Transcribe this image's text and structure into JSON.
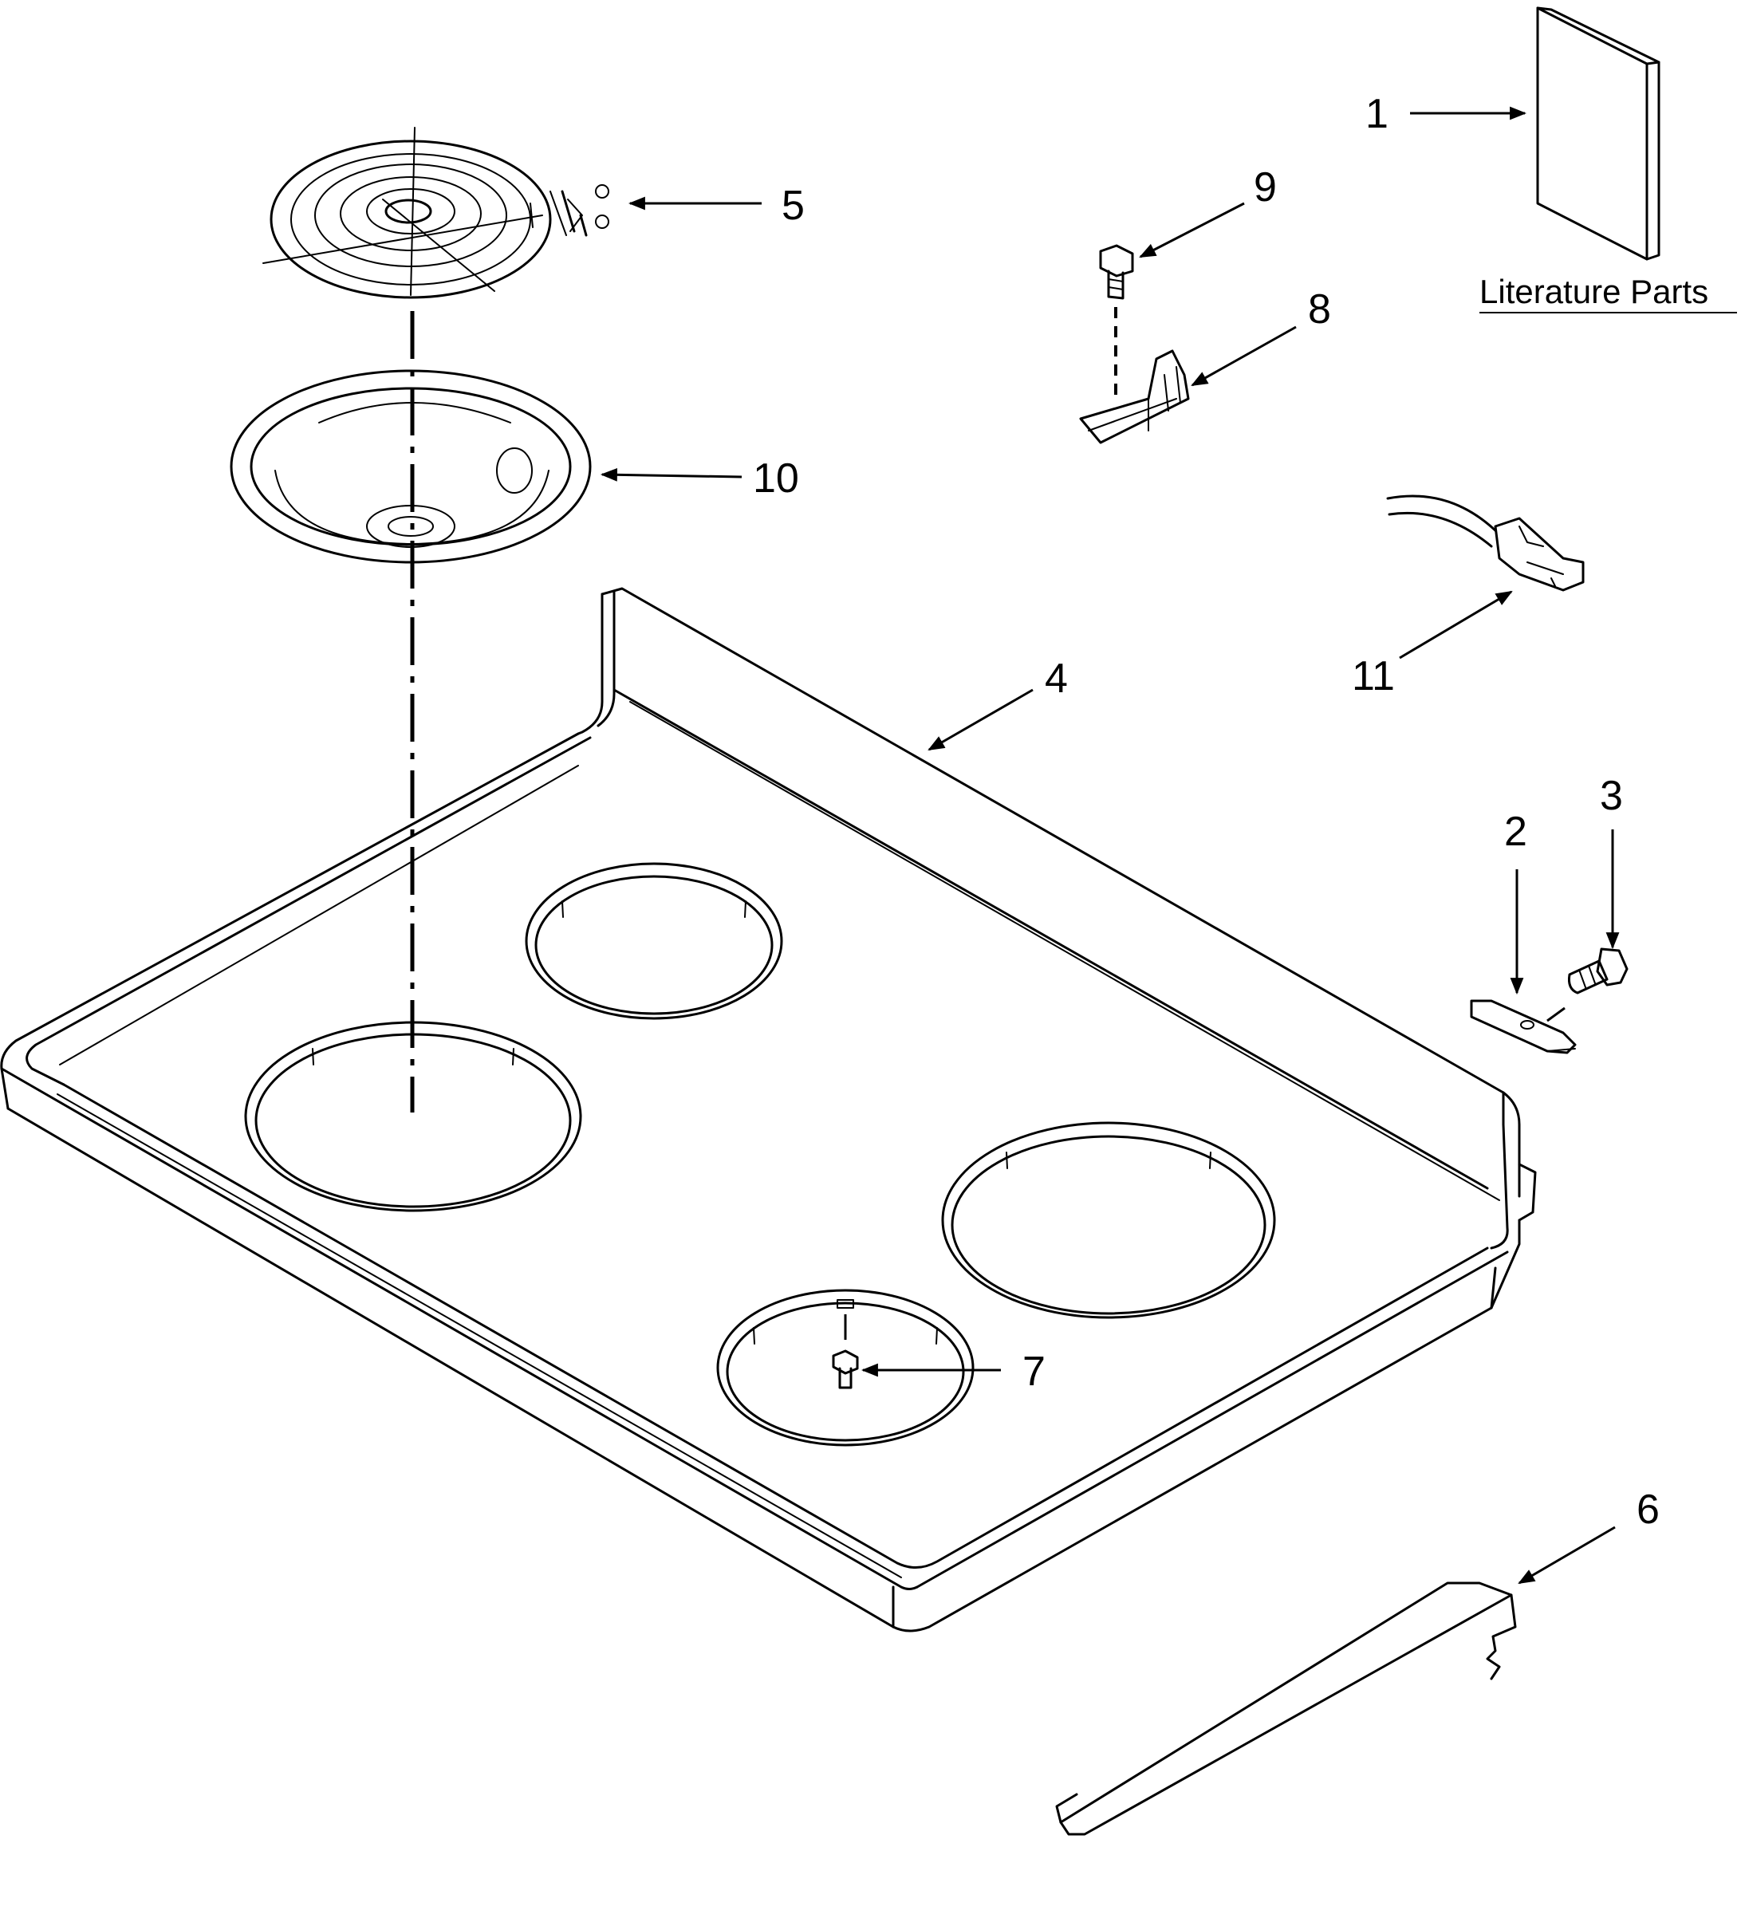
{
  "callouts": {
    "c1": "1",
    "c2": "2",
    "c3": "3",
    "c4": "4",
    "c5": "5",
    "c6": "6",
    "c7": "7",
    "c8": "8",
    "c9": "9",
    "c10": "10",
    "c11": "11"
  },
  "literature": {
    "title": "Literature Parts"
  }
}
